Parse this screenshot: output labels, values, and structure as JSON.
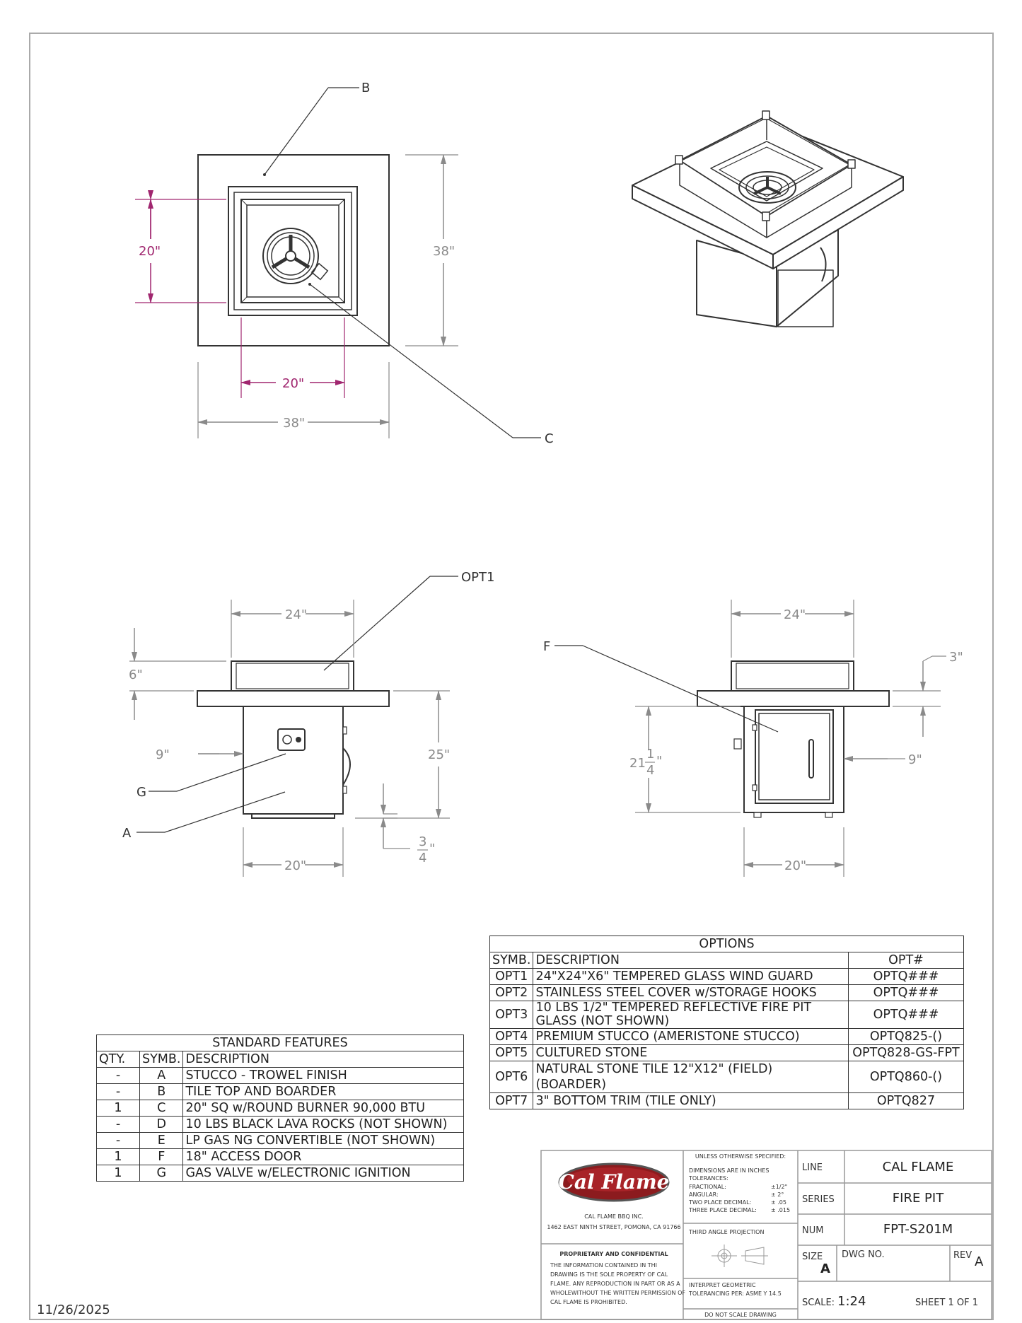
{
  "callouts": {
    "b": "B",
    "c": "C",
    "opt1": "OPT1",
    "f": "F",
    "g": "G",
    "a": "A"
  },
  "dimensions": {
    "top_burner_height": "20\"",
    "top_burner_width": "20\"",
    "top_overall_height": "38\"",
    "top_overall_width": "38\"",
    "front_guard_width": "24\"",
    "front_guard_height": "6\"",
    "front_side_offset": "9\"",
    "front_total_height": "25\"",
    "front_trim_num": "3",
    "front_trim_den": "4",
    "front_base_width": "20\"",
    "side_guard_width": "24\"",
    "side_top_thickness": "3\"",
    "side_door_whole": "21",
    "side_door_num": "1",
    "side_door_den": "4",
    "side_offset": "9\"",
    "side_base_width": "20\""
  },
  "options_table": {
    "title": "OPTIONS",
    "headers": [
      "SYMB.",
      "DESCRIPTION",
      "OPT#"
    ],
    "rows": [
      [
        "OPT1",
        "24\"X24\"X6\" TEMPERED GLASS WIND GUARD",
        "OPTQ###"
      ],
      [
        "OPT2",
        "STAINLESS STEEL COVER w/STORAGE HOOKS",
        "OPTQ###"
      ],
      [
        "OPT3",
        "10 LBS 1/2\" TEMPERED REFLECTIVE FIRE PIT GLASS (NOT SHOWN)",
        "OPTQ###"
      ],
      [
        "OPT4",
        "PREMIUM STUCCO (AMERISTONE STUCCO)",
        "OPTQ825-()"
      ],
      [
        "OPT5",
        "CULTURED STONE",
        "OPTQ828-GS-FPT"
      ],
      [
        "OPT6",
        "NATURAL STONE TILE 12\"X12\" (FIELD) (BOARDER)",
        "OPTQ860-()"
      ],
      [
        "OPT7",
        "3\" BOTTOM TRIM (TILE ONLY)",
        "OPTQ827"
      ]
    ]
  },
  "standard_table": {
    "title": "STANDARD FEATURES",
    "headers": [
      "QTY.",
      "SYMB.",
      "DESCRIPTION"
    ],
    "rows": [
      [
        "-",
        "A",
        "STUCCO - TROWEL FINISH"
      ],
      [
        "-",
        "B",
        "TILE TOP AND BOARDER"
      ],
      [
        "1",
        "C",
        "20\" SQ w/ROUND BURNER 90,000 BTU"
      ],
      [
        "-",
        "D",
        "10 LBS BLACK LAVA ROCKS (NOT SHOWN)"
      ],
      [
        "-",
        "E",
        "LP GAS NG CONVERTIBLE (NOT SHOWN)"
      ],
      [
        "1",
        "F",
        "18\" ACCESS DOOR"
      ],
      [
        "1",
        "G",
        "GAS VALVE w/ELECTRONIC IGNITION"
      ]
    ]
  },
  "title_block": {
    "logo_text": "Cal Flame",
    "company": "CAL FLAME BBQ INC.",
    "address": "1462 EAST NINTH STREET, POMONA, CA 91766",
    "proprietary_title": "PROPRIETARY AND CONFIDENTIAL",
    "proprietary_lines": [
      "THE INFORMATION CONTAINED IN THI",
      "DRAWING IS THE SOLE PROPERTY OF CAL",
      "FLAME.  ANY REPRODUCTION IN PART OR AS A",
      "WHOLEWITHOUT THE WRITTEN PERMISSION OF",
      "CAL FLAME IS PROHIBITED."
    ],
    "unless": "UNLESS OTHERWISE SPECIFIED:",
    "dims_in": "DIMENSIONS ARE IN INCHES",
    "tolerances": "TOLERANCES:",
    "tol_rows": [
      [
        "FRACTIONAL:",
        "±1/2\""
      ],
      [
        "ANGULAR:",
        "± 2°"
      ],
      [
        "TWO PLACE DECIMAL:",
        "± .05"
      ],
      [
        "THREE PLACE DECIMAL:",
        "± .015"
      ]
    ],
    "projection": "THIRD ANGLE PROJECTION",
    "interpret_1": "INTERPRET GEOMETRIC",
    "interpret_2": "TOLERANCING PER: ASME Y 14.5",
    "do_not_scale": "DO NOT SCALE DRAWING",
    "line_label": "LINE",
    "line_value": "CAL FLAME",
    "series_label": "SERIES",
    "series_value": "FIRE PIT",
    "num_label": "NUM",
    "num_value": "FPT-S201M",
    "size_label": "SIZE",
    "size_value": "A",
    "dwg_label": "DWG NO.",
    "rev_label": "REV",
    "rev_value": "A",
    "scale_label": "SCALE:",
    "scale_value": "1:24",
    "sheet": "SHEET 1 OF 1"
  },
  "date": "11/26/2025"
}
